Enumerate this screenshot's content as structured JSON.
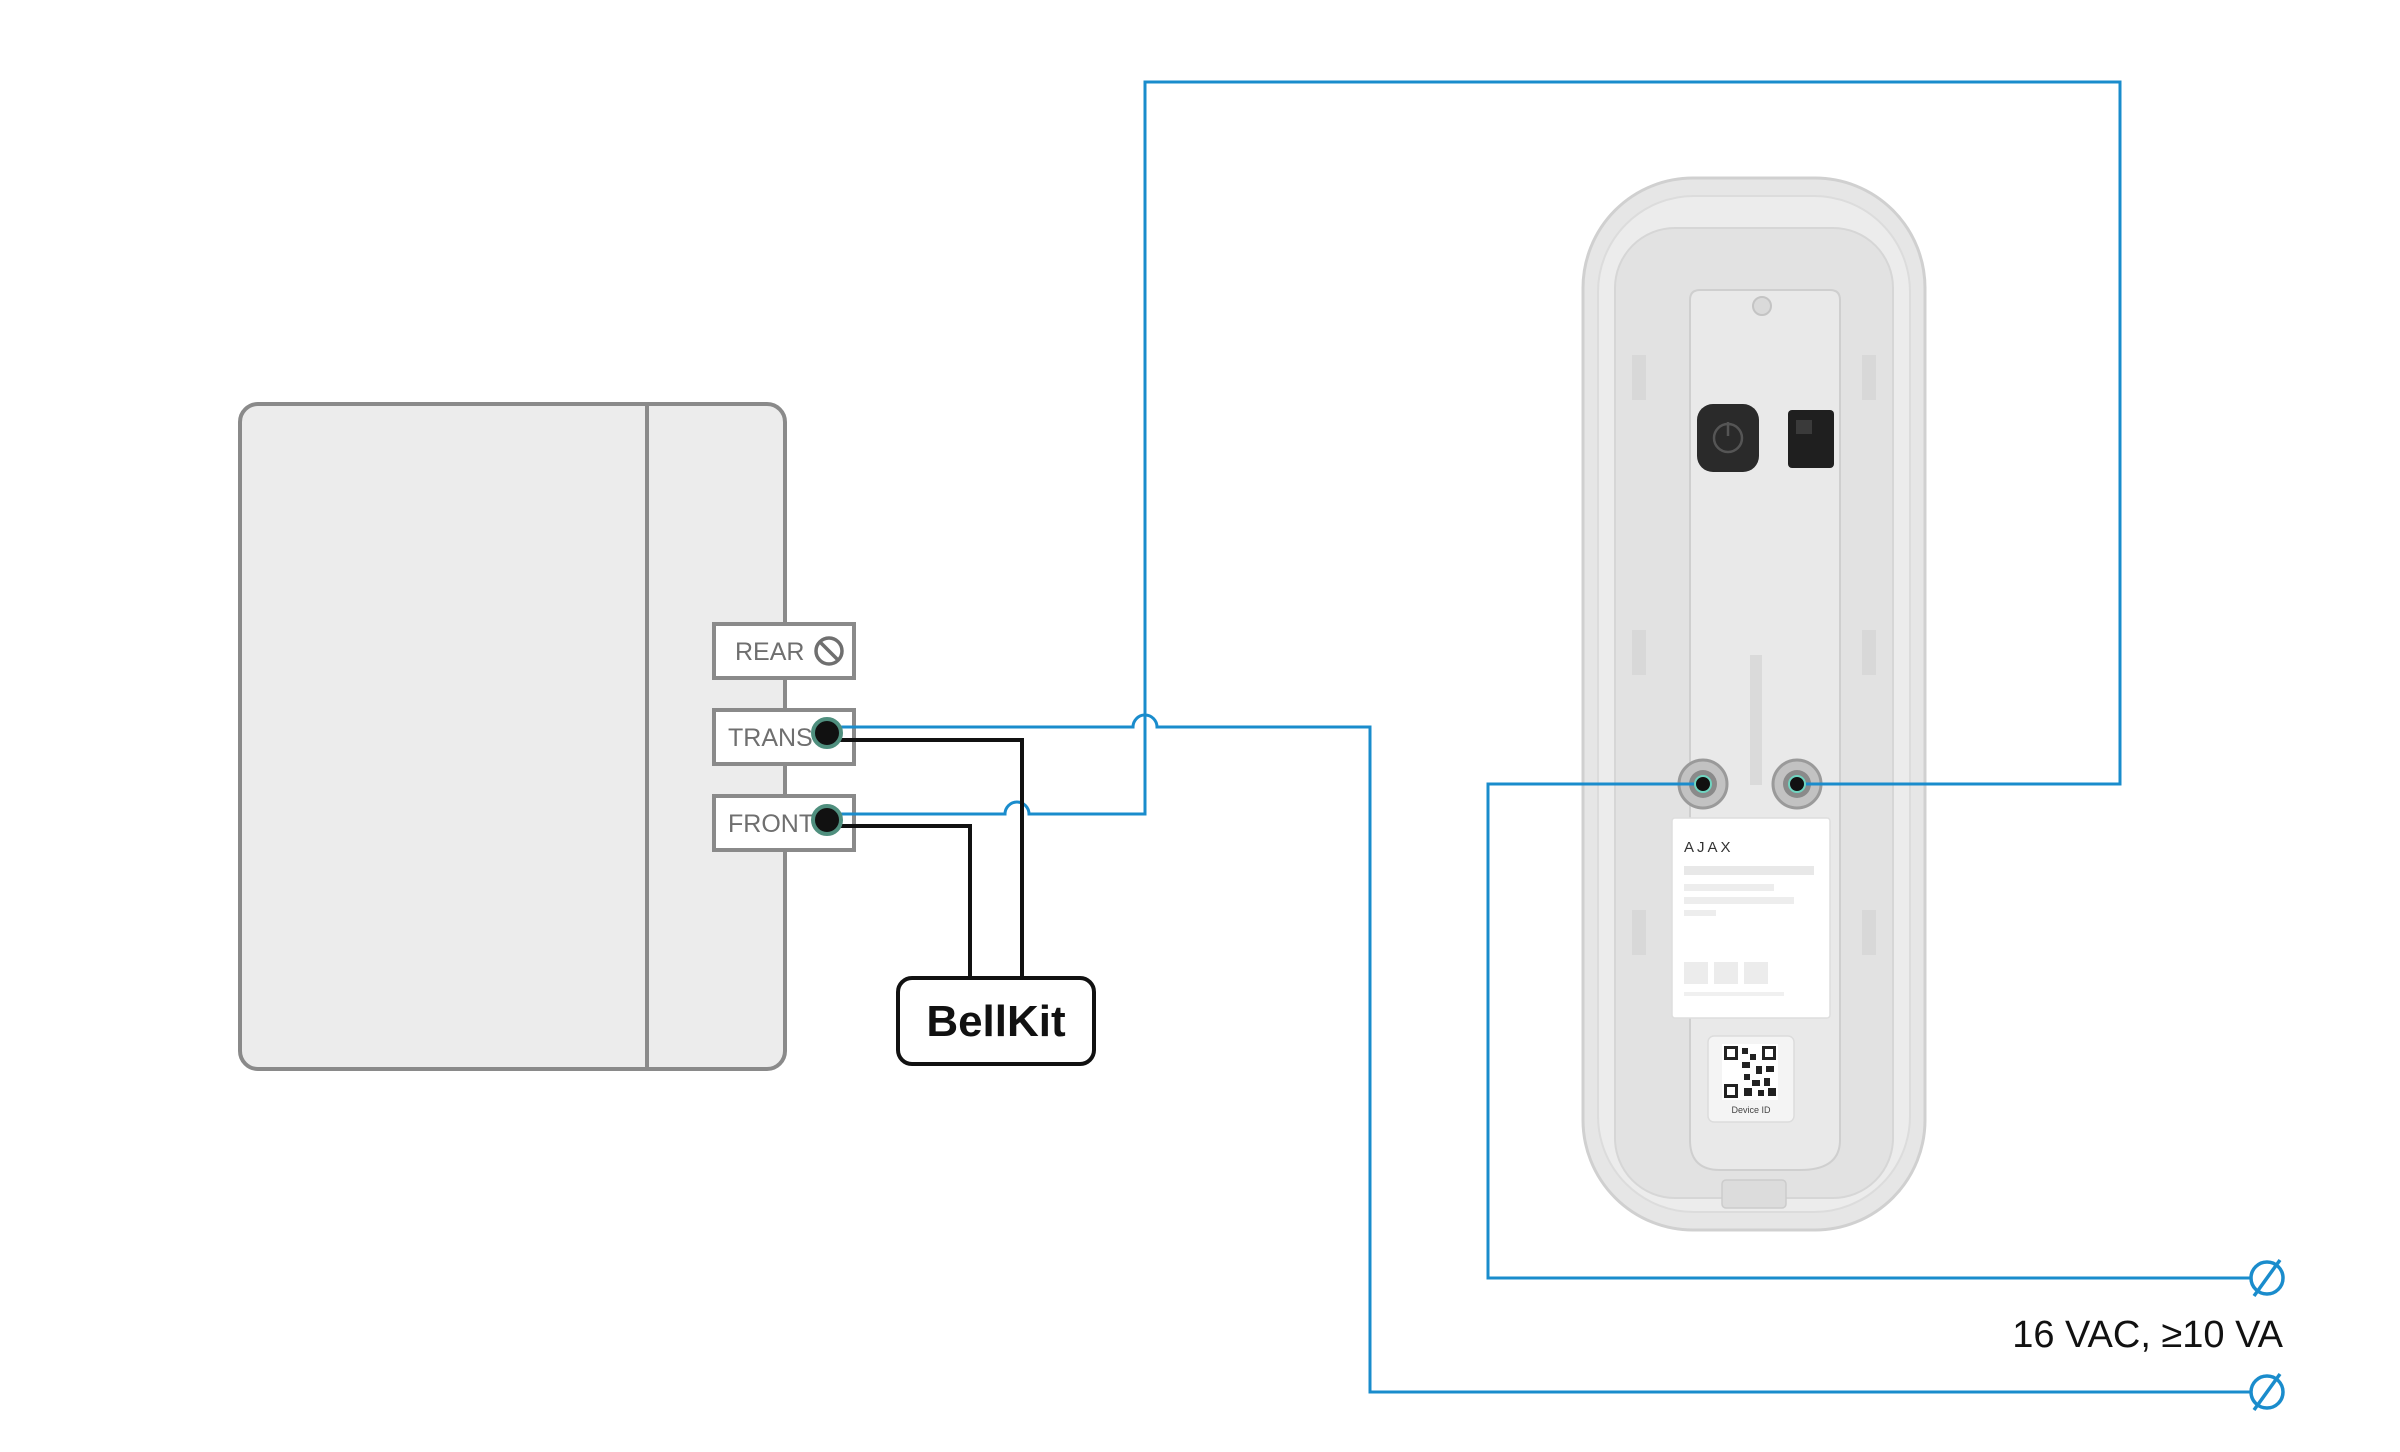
{
  "chime": {
    "terminals": [
      {
        "id": "rear",
        "label": "REAR",
        "state": "disabled"
      },
      {
        "id": "trans",
        "label": "TRANS",
        "state": "connected"
      },
      {
        "id": "front",
        "label": "FRONT",
        "state": "connected"
      }
    ]
  },
  "bellkit": {
    "label": "BellKit"
  },
  "doorbell": {
    "brand": "AJAX",
    "qr_caption": "Device ID"
  },
  "power": {
    "label": "16 VAC, ≥10 VA",
    "terminal_icon": "crossed-circle-terminal-icon"
  },
  "colors": {
    "wire_blue": "#1a8ccc",
    "wire_black": "#111111",
    "chime_fill": "#ececec",
    "device_body": "#e4e4e4"
  }
}
